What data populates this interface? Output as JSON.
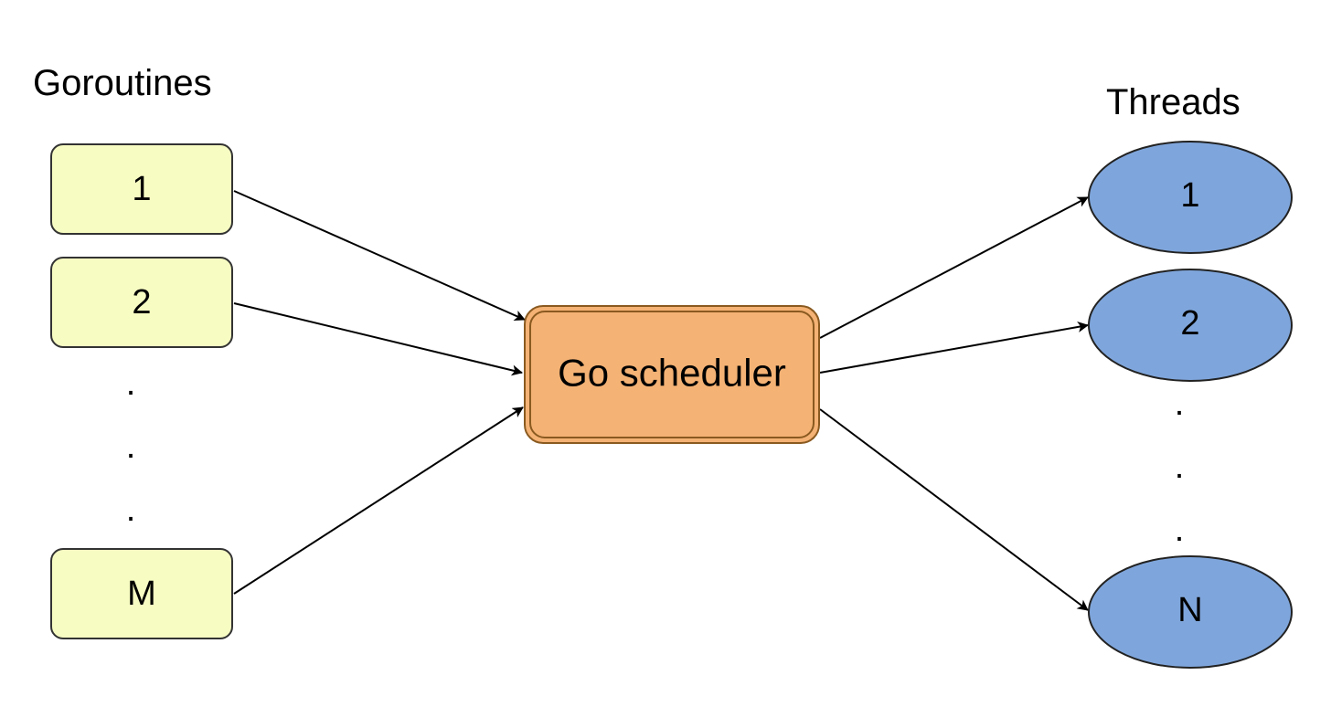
{
  "goroutines": {
    "heading": "Goroutines",
    "items": [
      {
        "label": "1"
      },
      {
        "label": "2"
      },
      {
        "label": "M"
      }
    ],
    "ellipsis": ".",
    "fill_color": "#f7fcc2",
    "stroke_color": "#333333"
  },
  "scheduler": {
    "label": "Go scheduler",
    "fill_color": "#f4b274",
    "stroke_color": "#8a5a20"
  },
  "threads": {
    "heading": "Threads",
    "items": [
      {
        "label": "1"
      },
      {
        "label": "2"
      },
      {
        "label": "N"
      }
    ],
    "ellipsis": ".",
    "fill_color": "#7fa6dc",
    "stroke_color": "#222222"
  },
  "edges": [
    {
      "from": "goroutine-1",
      "to": "go-scheduler"
    },
    {
      "from": "goroutine-2",
      "to": "go-scheduler"
    },
    {
      "from": "goroutine-M",
      "to": "go-scheduler"
    },
    {
      "from": "go-scheduler",
      "to": "thread-1"
    },
    {
      "from": "go-scheduler",
      "to": "thread-2"
    },
    {
      "from": "go-scheduler",
      "to": "thread-N"
    }
  ]
}
